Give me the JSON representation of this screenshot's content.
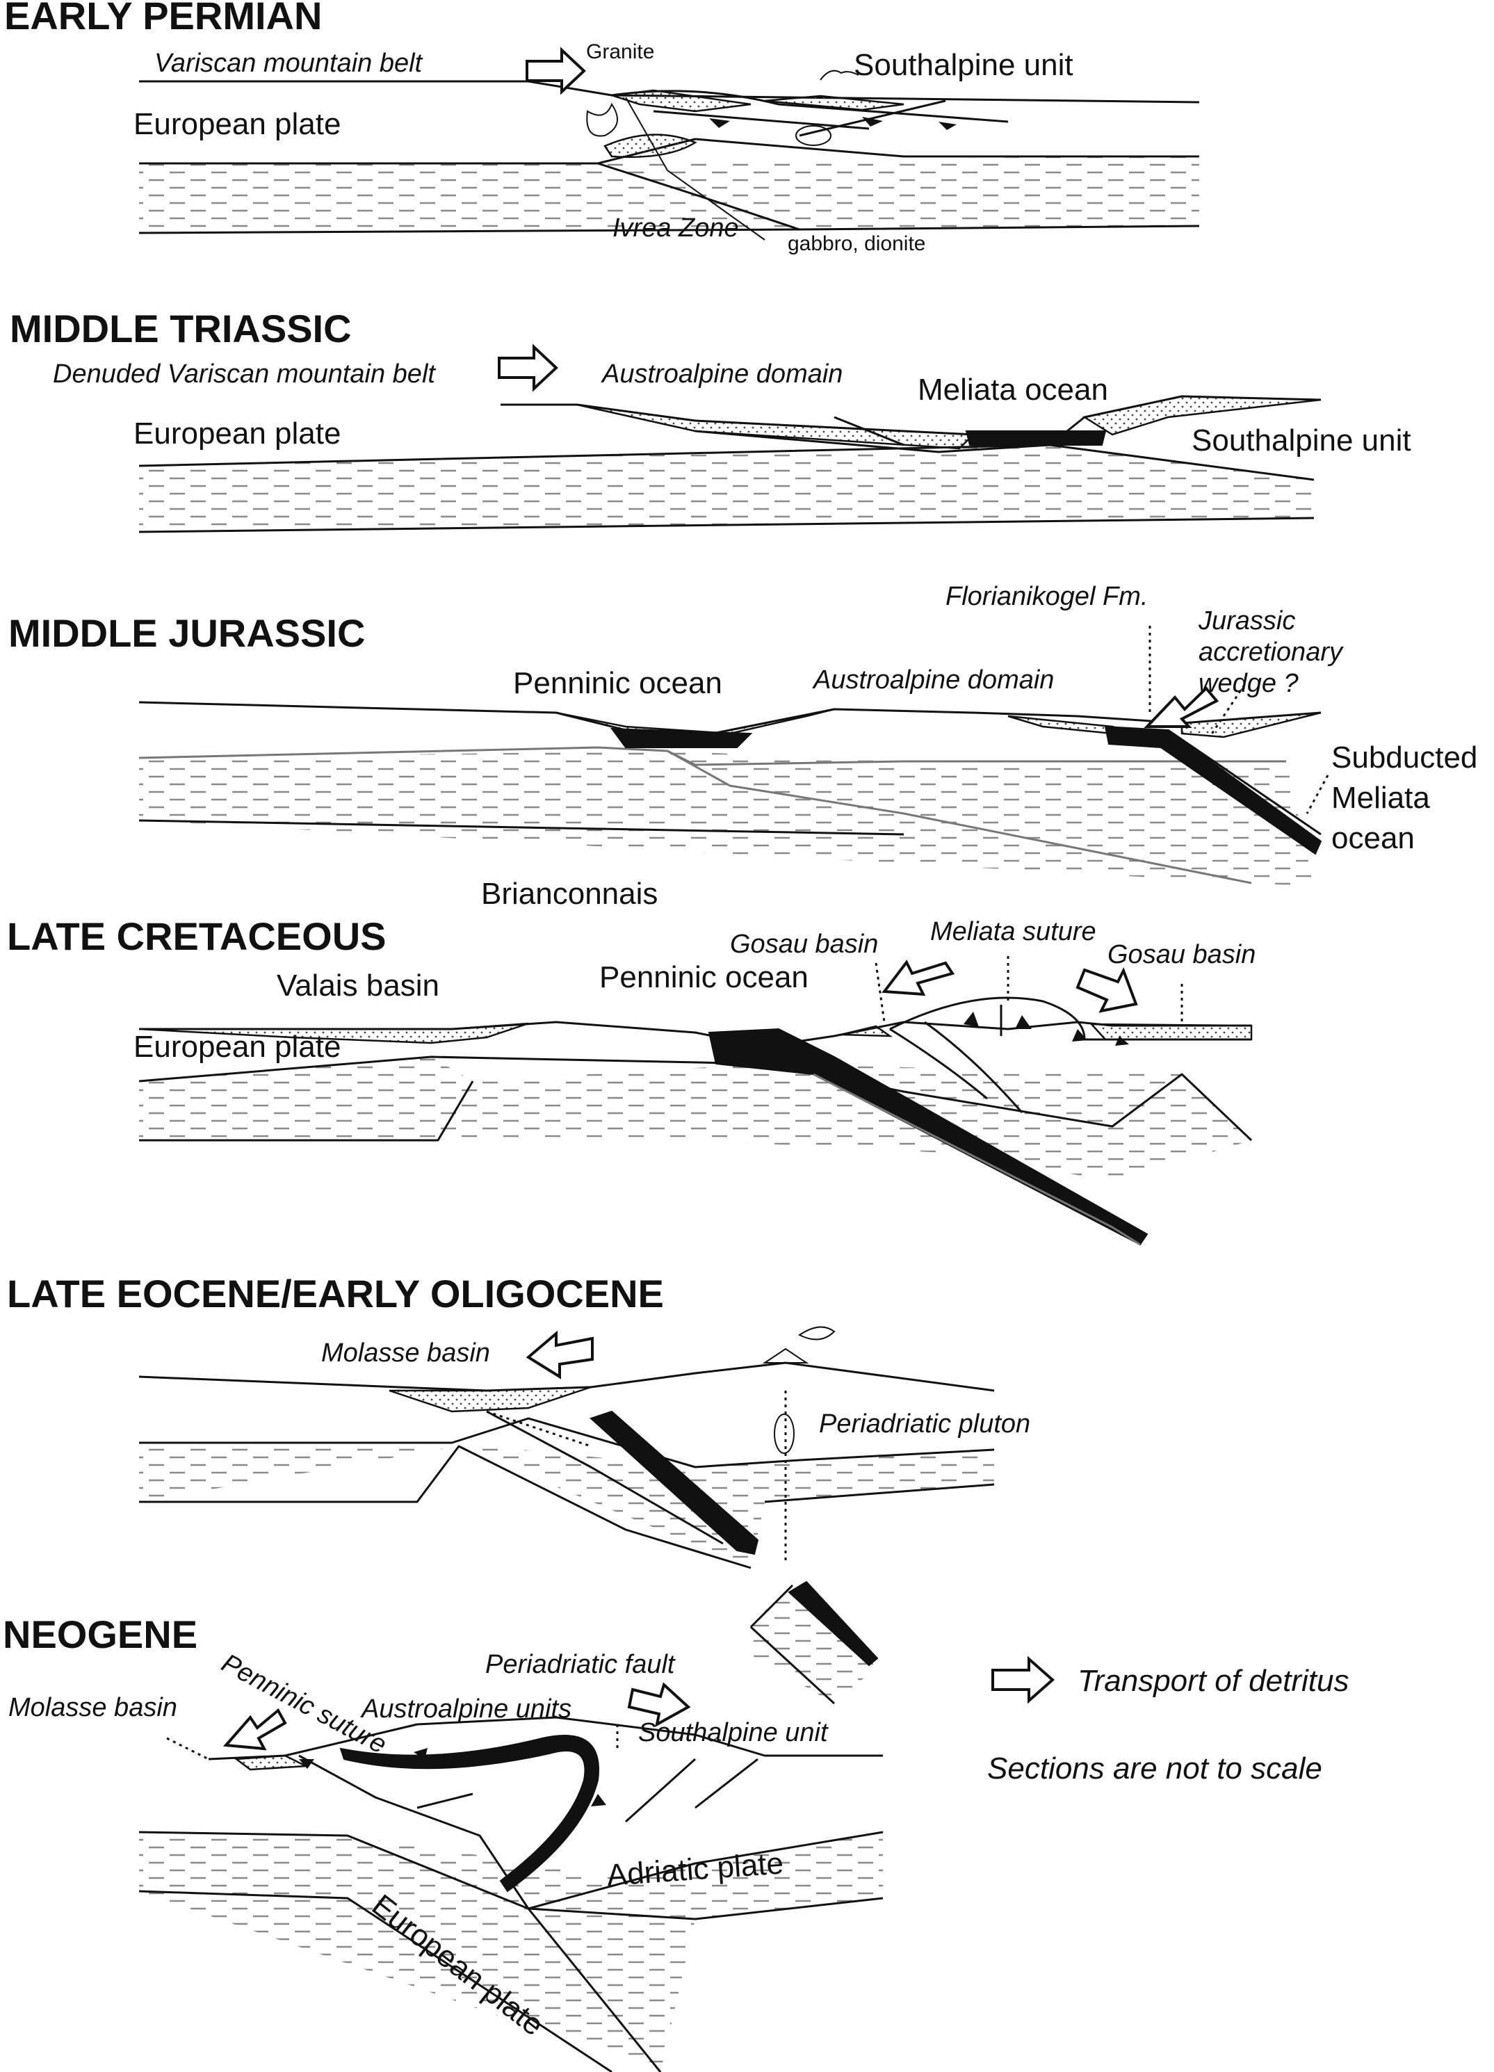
{
  "panels": {
    "early_permian": {
      "title": "EARLY PERMIAN",
      "variscan": "Variscan mountain belt",
      "granite": "Granite",
      "southalpine": "Southalpine unit",
      "european": "European plate",
      "ivrea": "Ivrea Zone",
      "gabbro": "gabbro, dionite"
    },
    "middle_triassic": {
      "title": "MIDDLE TRIASSIC",
      "denuded": "Denuded Variscan mountain belt",
      "austroalpine": "Austroalpine domain",
      "meliata": "Meliata ocean",
      "european": "European plate",
      "southalpine": "Southalpine unit"
    },
    "middle_jurassic": {
      "title": "MIDDLE JURASSIC",
      "florianikogel": "Florianikogel Fm.",
      "wedge_1": "Jurassic",
      "wedge_2": "accretionary",
      "wedge_3": "wedge ?",
      "penninic": "Penninic ocean",
      "austroalpine": "Austroalpine domain",
      "subducted_1": "Subducted",
      "subducted_2": "Meliata",
      "subducted_3": "ocean",
      "brianconnais": "Brianconnais"
    },
    "late_cretaceous": {
      "title": "LATE CRETACEOUS",
      "gosau_1": "Gosau basin",
      "meliata_suture": "Meliata suture",
      "gosau_2": "Gosau basin",
      "valais": "Valais basin",
      "penninic": "Penninic ocean",
      "european": "European plate"
    },
    "late_eocene": {
      "title": "LATE EOCENE/EARLY OLIGOCENE",
      "molasse": "Molasse basin",
      "pluton": "Periadriatic pluton"
    },
    "neogene": {
      "title": "NEOGENE",
      "periadriatic_fault": "Periadriatic fault",
      "penninic_suture": "Penninic suture",
      "molasse": "Molasse basin",
      "austroalpine": "Austroalpine units",
      "southalpine": "Southalpine unit",
      "adriatic": "Adriatic plate",
      "european": "European plate"
    }
  },
  "legend": {
    "transport": "Transport of detritus",
    "scale_note": "Sections are not to scale"
  }
}
